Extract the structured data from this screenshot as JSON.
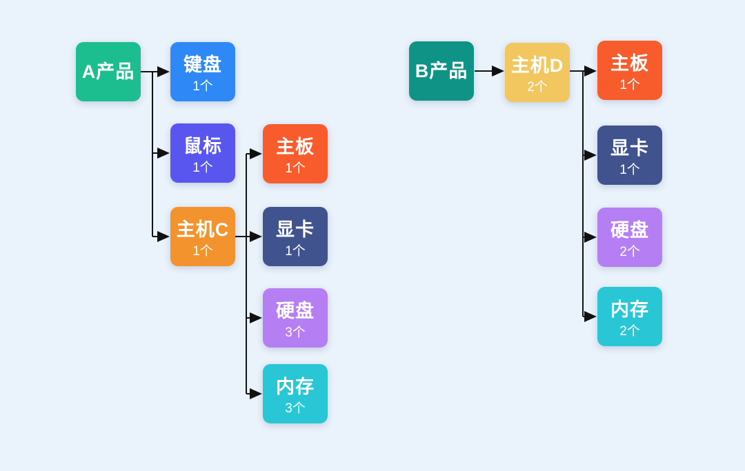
{
  "canvas": {
    "background": "#eaf2fb",
    "connector_color": "#111111"
  },
  "trees": [
    {
      "name": "A产品",
      "nodes": [
        {
          "id": "a-root",
          "label": "A产品",
          "color": "#1cbe90",
          "type": "product"
        },
        {
          "id": "a-keyboard",
          "label": "键盘",
          "count": "1个",
          "color": "#2e89f6",
          "type": "component"
        },
        {
          "id": "a-mouse",
          "label": "鼠标",
          "count": "1个",
          "color": "#5856ee",
          "type": "component"
        },
        {
          "id": "a-host-c",
          "label": "主机C",
          "count": "1个",
          "color": "#f2932d",
          "type": "component"
        },
        {
          "id": "a-board",
          "label": "主板",
          "count": "1个",
          "color": "#f95c2c",
          "type": "component"
        },
        {
          "id": "a-gpu",
          "label": "显卡",
          "count": "1个",
          "color": "#40538f",
          "type": "component"
        },
        {
          "id": "a-disk",
          "label": "硬盘",
          "count": "3个",
          "color": "#b57ef2",
          "type": "component"
        },
        {
          "id": "a-memory",
          "label": "内存",
          "count": "3个",
          "color": "#29c7d6",
          "type": "component"
        }
      ],
      "edges": [
        {
          "from": "A产品",
          "to": "键盘"
        },
        {
          "from": "A产品",
          "to": "鼠标"
        },
        {
          "from": "A产品",
          "to": "主机C"
        },
        {
          "from": "主机C",
          "to": "主板"
        },
        {
          "from": "主机C",
          "to": "显卡"
        },
        {
          "from": "主机C",
          "to": "硬盘"
        },
        {
          "from": "主机C",
          "to": "内存"
        }
      ]
    },
    {
      "name": "B产品",
      "nodes": [
        {
          "id": "b-root",
          "label": "B产品",
          "color": "#0e9386",
          "type": "product"
        },
        {
          "id": "b-host-d",
          "label": "主机D",
          "count": "2个",
          "color": "#f3c75f",
          "type": "component"
        },
        {
          "id": "b-board",
          "label": "主板",
          "count": "1个",
          "color": "#f95c2c",
          "type": "component"
        },
        {
          "id": "b-gpu",
          "label": "显卡",
          "count": "1个",
          "color": "#40538f",
          "type": "component"
        },
        {
          "id": "b-disk",
          "label": "硬盘",
          "count": "2个",
          "color": "#b57ef2",
          "type": "component"
        },
        {
          "id": "b-memory",
          "label": "内存",
          "count": "2个",
          "color": "#29c7d6",
          "type": "component"
        }
      ],
      "edges": [
        {
          "from": "B产品",
          "to": "主机D"
        },
        {
          "from": "主机D",
          "to": "主板"
        },
        {
          "from": "主机D",
          "to": "显卡"
        },
        {
          "from": "主机D",
          "to": "硬盘"
        },
        {
          "from": "主机D",
          "to": "内存"
        }
      ]
    }
  ]
}
